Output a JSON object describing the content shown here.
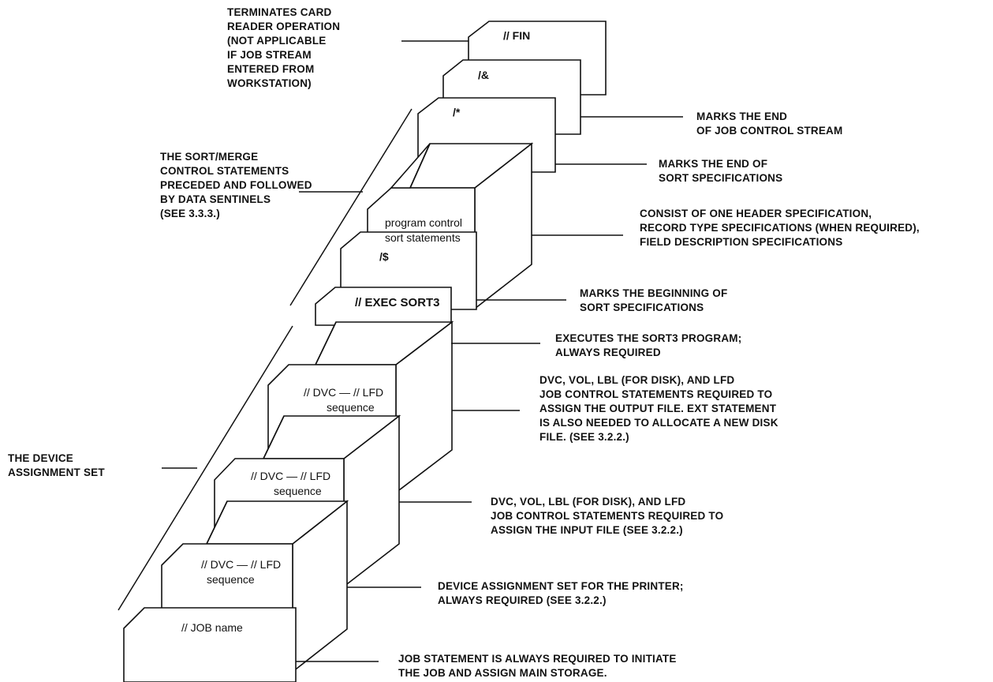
{
  "cards": {
    "fin": "// FIN",
    "amp": "/&",
    "star": "/*",
    "program_control_1": "program control",
    "program_control_2": "sort statements",
    "dollar": "/$",
    "exec": "// EXEC SORT3",
    "dvc_output_1": "// DVC — // LFD",
    "dvc_output_2": "sequence",
    "dvc_input_1": "// DVC — // LFD",
    "dvc_input_2": "sequence",
    "dvc_printer_1": "// DVC — // LFD",
    "dvc_printer_2": "sequence",
    "job": "// JOB name"
  },
  "annotations": {
    "fin": [
      "TERMINATES CARD",
      "READER OPERATION",
      "(NOT APPLICABLE",
      "IF JOB STREAM",
      "ENTERED FROM",
      "WORKSTATION)"
    ],
    "amp": [
      "MARKS THE END",
      "OF JOB CONTROL STREAM"
    ],
    "star": [
      "MARKS THE END OF",
      "SORT SPECIFICATIONS"
    ],
    "sentinels": [
      "THE SORT/MERGE",
      "CONTROL STATEMENTS",
      "PRECEDED AND FOLLOWED",
      "BY DATA SENTINELS",
      "(SEE 3.3.3.)"
    ],
    "program_control": [
      "CONSIST OF ONE HEADER SPECIFICATION,",
      "RECORD TYPE SPECIFICATIONS (WHEN REQUIRED),",
      "FIELD DESCRIPTION SPECIFICATIONS"
    ],
    "dollar": [
      "MARKS THE BEGINNING OF",
      "SORT SPECIFICATIONS"
    ],
    "exec": [
      "EXECUTES THE SORT3 PROGRAM;",
      "ALWAYS REQUIRED"
    ],
    "dvc_output": [
      "DVC, VOL, LBL (FOR DISK), AND LFD",
      "JOB CONTROL STATEMENTS REQUIRED TO",
      "ASSIGN THE OUTPUT FILE. EXT STATEMENT",
      "IS ALSO NEEDED TO ALLOCATE A NEW DISK",
      "FILE. (SEE 3.2.2.)"
    ],
    "device_set": [
      "THE DEVICE",
      "ASSIGNMENT SET"
    ],
    "dvc_input": [
      "DVC, VOL, LBL (FOR DISK), AND LFD",
      "JOB CONTROL STATEMENTS REQUIRED TO",
      "ASSIGN THE INPUT FILE (SEE 3.2.2.)"
    ],
    "dvc_printer": [
      "DEVICE ASSIGNMENT SET FOR THE PRINTER;",
      "ALWAYS REQUIRED (SEE 3.2.2.)"
    ],
    "job": [
      "JOB STATEMENT IS ALWAYS REQUIRED TO INITIATE",
      "THE JOB AND ASSIGN MAIN STORAGE."
    ]
  }
}
